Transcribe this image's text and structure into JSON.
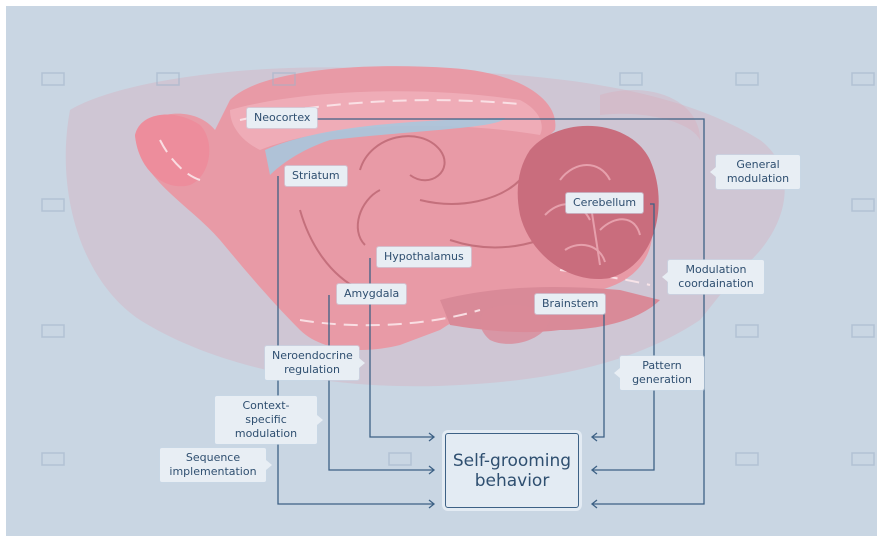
{
  "watermark": {
    "icon": "me-logo-icon"
  },
  "center": {
    "text": "Self-grooming behavior"
  },
  "labels": {
    "neocortex": "Neocortex",
    "striatum": "Striatum",
    "hypothalamus": "Hypothalamus",
    "amygdala": "Amygdala",
    "cerebellum": "Cerebellum",
    "brainstem": "Brainstem",
    "general_modulation": "General modulation",
    "modulation_coordination": "Modulation coordaination",
    "pattern_generation": "Pattern generation",
    "neuroendocrine_regulation": "Neroendocrine regulation",
    "context_specific_modulation": "Context-specific modulation",
    "sequence_implementation": "Sequence implementation"
  },
  "colors": {
    "background": "#c9d6e3",
    "brain_pink": "#e89aa6",
    "cerebellum": "#c96d7d",
    "line": "#3d6185",
    "label_bg": "#e8eef4",
    "text": "#2f4f70"
  }
}
